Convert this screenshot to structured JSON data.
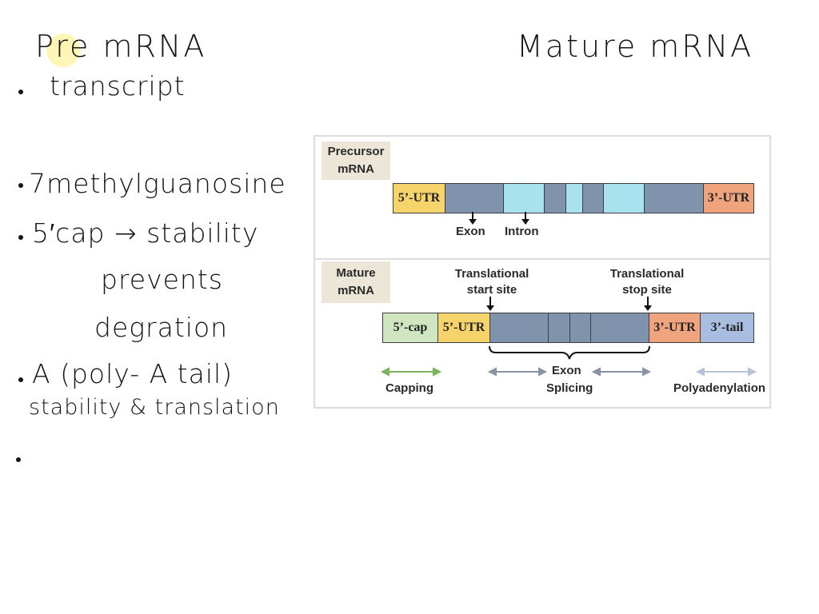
{
  "notes": {
    "pre_heading": "Pre mRNA",
    "mature_heading": "Mature mRNA",
    "transcript": "transcript",
    "methyl": "7methylguanosine",
    "cap": "5′cap → stability",
    "prevents": "prevents",
    "degration": "degration",
    "polya": "A (poly- A tail)",
    "stab_trans": "stability & translation"
  },
  "precursor": {
    "tag": "Precursor mRNA",
    "utr5": "5’-UTR",
    "utr3": "3’-UTR",
    "exon_label": "Exon",
    "intron_label": "Intron"
  },
  "mature": {
    "tag": "Mature mRNA",
    "cap": "5’-cap",
    "utr5": "5’-UTR",
    "utr3": "3’-UTR",
    "tail": "3’-tail",
    "start_site": "Translational start site",
    "stop_site": "Translational stop site",
    "exon_label": "Exon",
    "capping": "Capping",
    "splicing": "Splicing",
    "polyadenylation": "Polyadenylation"
  },
  "colors": {
    "utr5": "#f7d36b",
    "exon": "#7f93ad",
    "intron": "#a8e2ef",
    "utr3": "#f0a47e",
    "cap": "#cfe6c1",
    "tail": "#a9bde0",
    "capping_arrow": "#7ab55c",
    "splicing_arrow": "#8a93a3",
    "polyadenylation_arrow": "#b7c3d4"
  }
}
